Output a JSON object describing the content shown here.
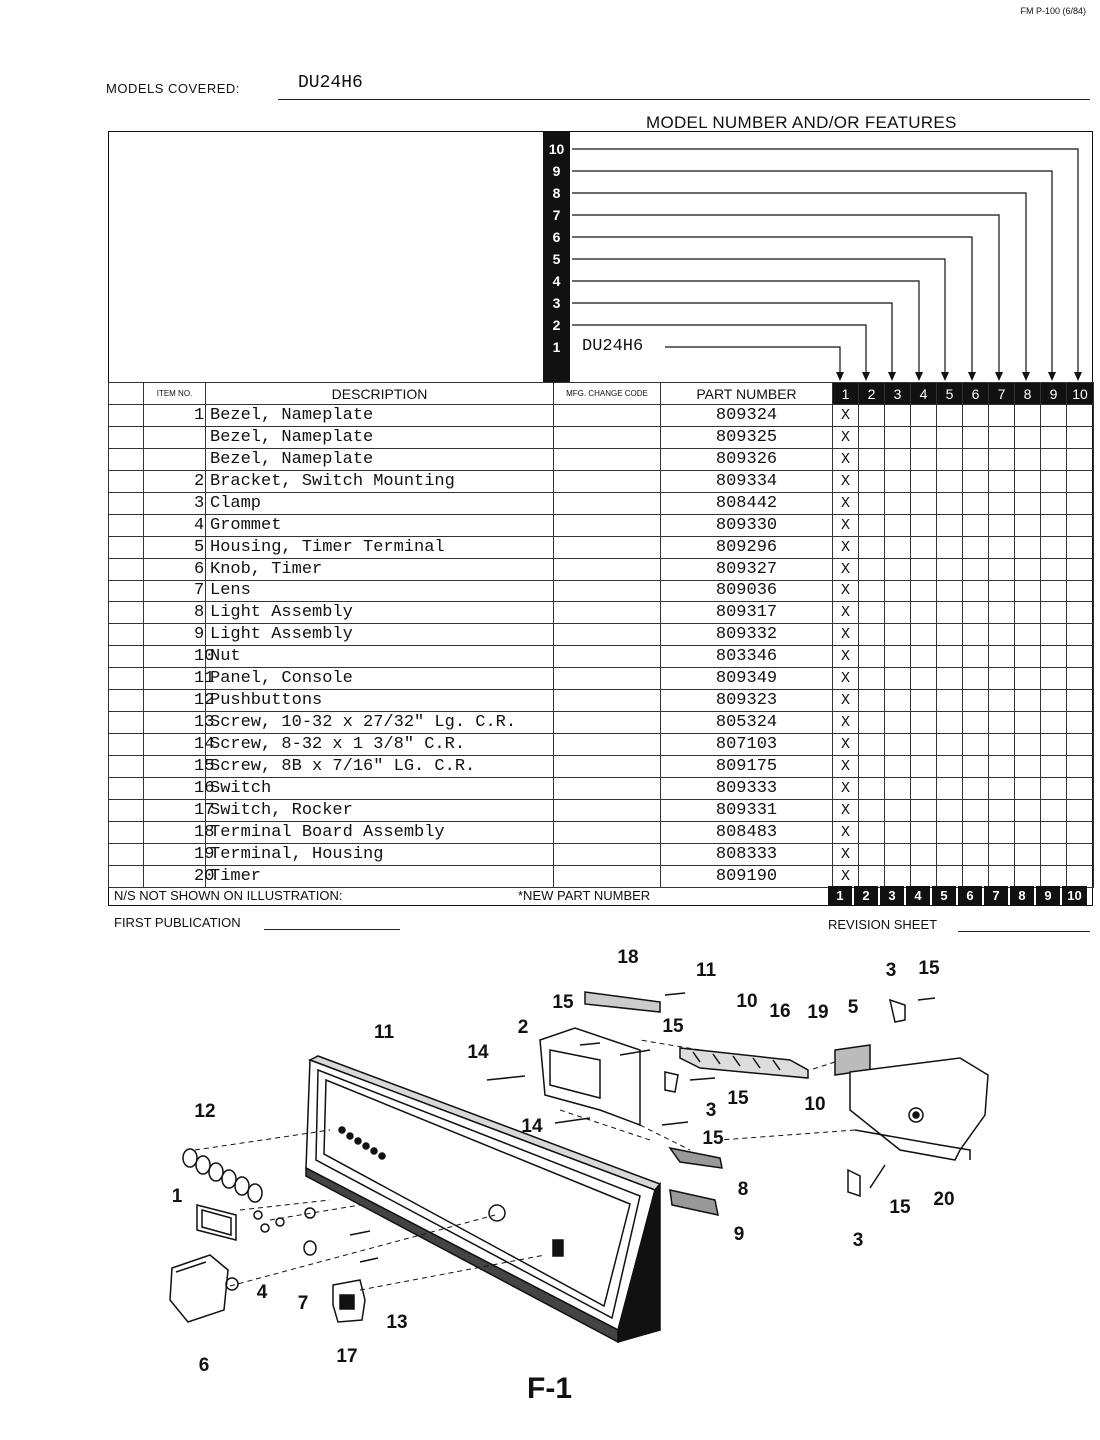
{
  "form_code": "FM P-100 (6/84)",
  "header": {
    "models_label": "MODELS COVERED:",
    "models_value": "DU24H6",
    "features_title": "MODEL NUMBER AND/OR FEATURES"
  },
  "model_key": {
    "numbers": [
      "10",
      "9",
      "8",
      "7",
      "6",
      "5",
      "4",
      "3",
      "2",
      "1"
    ],
    "model_1": "DU24H6"
  },
  "columns": {
    "item": "ITEM NO.",
    "description": "DESCRIPTION",
    "mfg": "MFG. CHANGE CODE",
    "part": "PART NUMBER",
    "models": [
      "1",
      "2",
      "3",
      "4",
      "5",
      "6",
      "7",
      "8",
      "9",
      "10"
    ]
  },
  "rows": [
    {
      "item": "1",
      "desc": "Bezel, Nameplate",
      "part": "809324",
      "x": "X"
    },
    {
      "item": "",
      "desc": "Bezel, Nameplate",
      "part": "809325",
      "x": "X"
    },
    {
      "item": "",
      "desc": "Bezel, Nameplate",
      "part": "809326",
      "x": "X"
    },
    {
      "item": "2",
      "desc": "Bracket, Switch Mounting",
      "part": "809334",
      "x": "X"
    },
    {
      "item": "3",
      "desc": "Clamp",
      "part": "808442",
      "x": "X"
    },
    {
      "item": "4",
      "desc": "Grommet",
      "part": "809330",
      "x": "X"
    },
    {
      "item": "5",
      "desc": "Housing, Timer Terminal",
      "part": "809296",
      "x": "X"
    },
    {
      "item": "6",
      "desc": "Knob, Timer",
      "part": "809327",
      "x": "X"
    },
    {
      "item": "7",
      "desc": "Lens",
      "part": "809036",
      "x": "X"
    },
    {
      "item": "8",
      "desc": "Light Assembly",
      "part": "809317",
      "x": "X"
    },
    {
      "item": "9",
      "desc": "Light Assembly",
      "part": "809332",
      "x": "X"
    },
    {
      "item": "10",
      "desc": "Nut",
      "part": "803346",
      "x": "X"
    },
    {
      "item": "11",
      "desc": "Panel, Console",
      "part": "809349",
      "x": "X"
    },
    {
      "item": "12",
      "desc": "Pushbuttons",
      "part": "809323",
      "x": "X"
    },
    {
      "item": "13",
      "desc": "Screw, 10-32 x 27/32\" Lg. C.R.",
      "part": "805324",
      "x": "X"
    },
    {
      "item": "14",
      "desc": "Screw, 8-32 x 1 3/8\" C.R.",
      "part": "807103",
      "x": "X"
    },
    {
      "item": "15",
      "desc": "Screw, 8B x 7/16\" LG. C.R.",
      "part": "809175",
      "x": "X"
    },
    {
      "item": "16",
      "desc": "Switch",
      "part": "809333",
      "x": "X"
    },
    {
      "item": "17",
      "desc": "Switch, Rocker",
      "part": "809331",
      "x": "X"
    },
    {
      "item": "18",
      "desc": "Terminal Board Assembly",
      "part": "808483",
      "x": "X"
    },
    {
      "item": "19",
      "desc": "Terminal, Housing",
      "part": "808333",
      "x": "X"
    },
    {
      "item": "20",
      "desc": "Timer",
      "part": "809190",
      "x": "X"
    }
  ],
  "footer": {
    "ns_label": "N/S NOT SHOWN ON ILLUSTRATION:",
    "new_part": "*NEW PART NUMBER",
    "first_pub": "FIRST PUBLICATION",
    "revision": "REVISION SHEET"
  },
  "figure": {
    "label": "F-1",
    "callouts": [
      "18",
      "11",
      "3",
      "15",
      "15",
      "2",
      "15",
      "10",
      "16",
      "19",
      "5",
      "11",
      "14",
      "15",
      "3",
      "10",
      "14",
      "15",
      "12",
      "8",
      "1",
      "9",
      "20",
      "15",
      "3",
      "4",
      "7",
      "13",
      "6",
      "17"
    ]
  }
}
